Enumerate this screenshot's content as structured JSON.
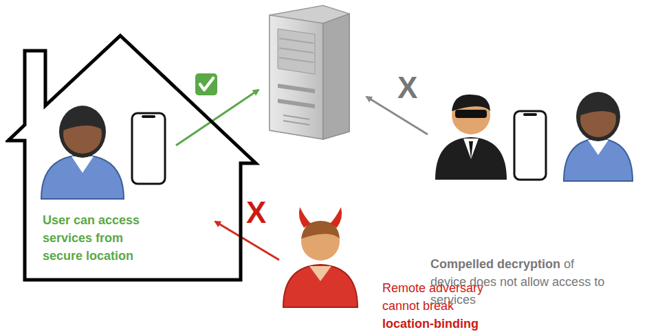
{
  "diagram": {
    "nodes": [
      {
        "text": [
          "User can access services from secure location"
        ]
      }
    ],
    "labels": [
      "X",
      "Compelled decryption of device does not allow access to services",
      "X",
      "Remote adversary cannot break location-binding"
    ]
  }
}
